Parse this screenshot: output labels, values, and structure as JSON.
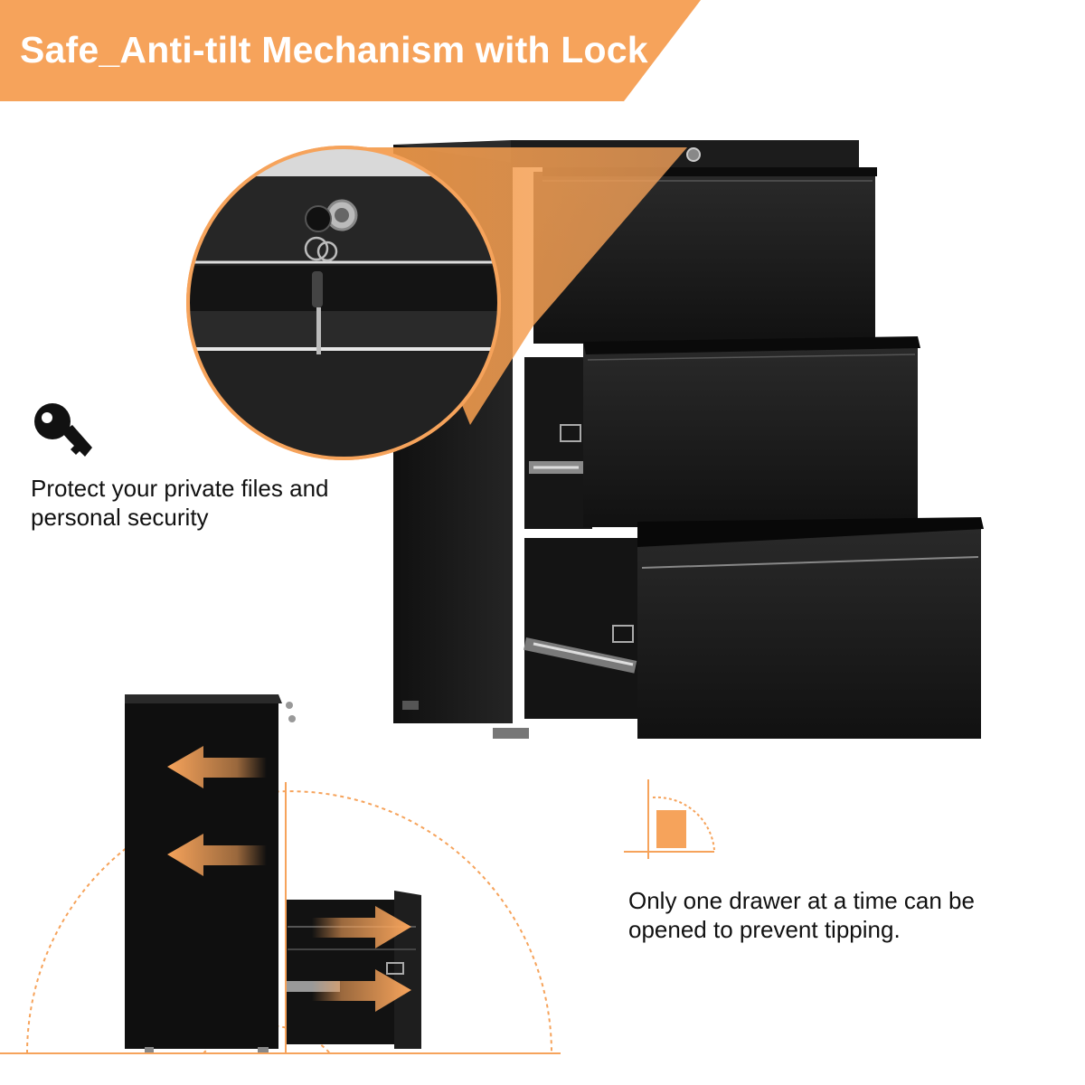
{
  "banner": {
    "title": "Safe_Anti-tilt Mechanism with Lock",
    "color": "#f6a35b"
  },
  "callouts": {
    "security": "Protect your private files and personal security",
    "anti_tilt": "Only one drawer at a time can be opened to prevent tipping."
  },
  "icons": {
    "key": "key-icon",
    "tilt": "tilt-angle-icon"
  },
  "colors": {
    "accent": "#f6a35b",
    "cabinet": "#1a1a1a"
  }
}
